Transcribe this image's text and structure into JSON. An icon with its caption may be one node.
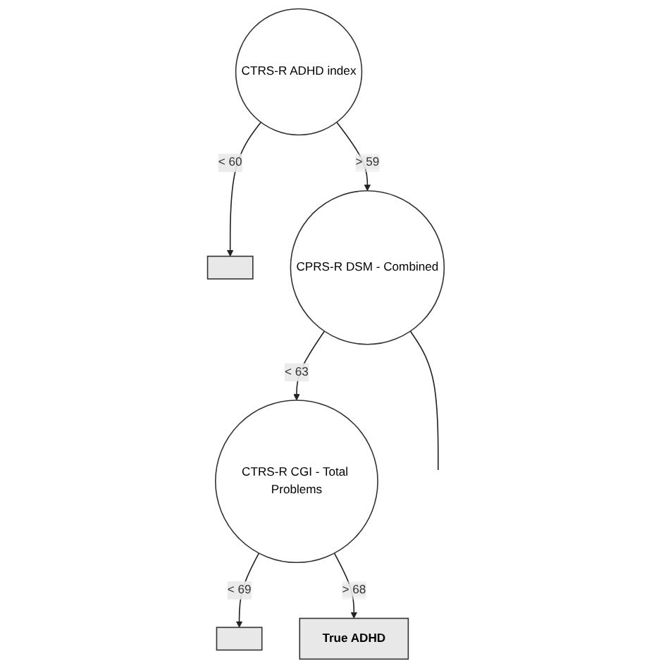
{
  "diagram": {
    "nodes": [
      {
        "text": [
          "CTRS-R ADHD index"
        ]
      },
      {
        "text": [],
        "shape": "box"
      },
      {
        "text": [
          "CPRS-R DSM - Combined"
        ]
      },
      {
        "text": [
          "CTRS-R CGI - Total Problems"
        ]
      },
      {
        "text": [],
        "shape": "box"
      },
      {
        "text": [
          "True ADHD"
        ]
      }
    ],
    "edges": [
      {
        "from": 0,
        "to": 1,
        "label": "< 60",
        "arrow": "to"
      },
      {
        "from": 0,
        "to": 2,
        "label": "> 59",
        "arrow": "to"
      },
      {
        "from": 2,
        "to": 3,
        "label": "< 63",
        "arrow": "to"
      },
      {
        "from": 2,
        "to": null,
        "arrow": "none"
      },
      {
        "from": 3,
        "to": 4,
        "label": "< 69",
        "arrow": "to"
      },
      {
        "from": 3,
        "to": 5,
        "label": "> 68",
        "arrow": "to"
      }
    ]
  }
}
